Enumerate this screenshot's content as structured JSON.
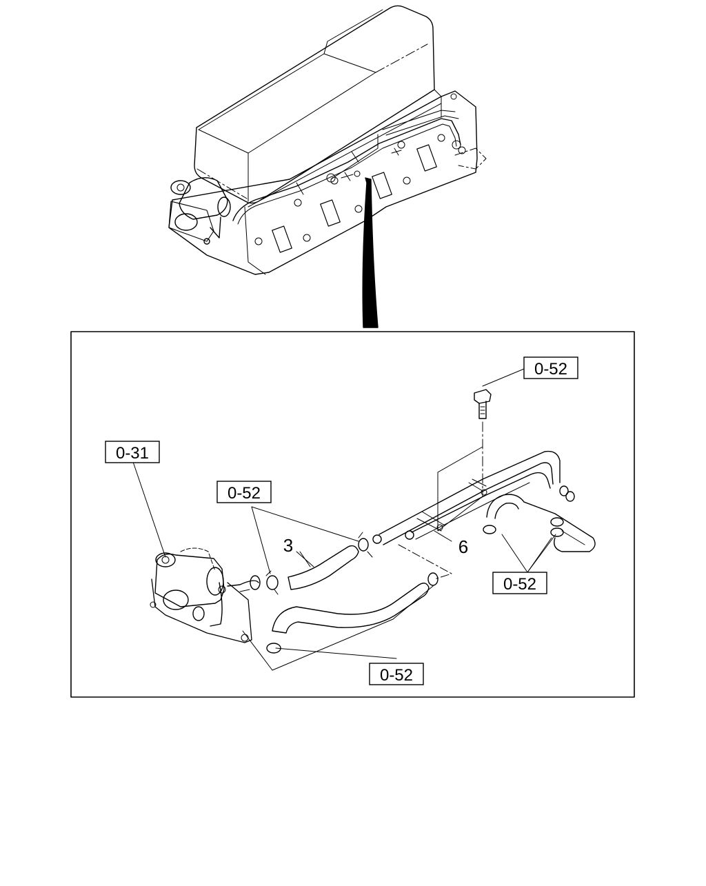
{
  "diagram": {
    "callouts": [
      {
        "id": "bolt",
        "text": "0-52"
      },
      {
        "id": "egr-valve",
        "text": "0-31"
      },
      {
        "id": "hose-upper-clamps",
        "text": "0-52"
      },
      {
        "id": "pipe-right-clamps",
        "text": "0-52"
      },
      {
        "id": "hose-lower-clamps",
        "text": "0-52"
      }
    ],
    "part_numbers": [
      {
        "id": "hose",
        "text": "3"
      },
      {
        "id": "pipe",
        "text": "6"
      }
    ]
  },
  "colors": {
    "line": "#000000",
    "background": "#ffffff"
  }
}
